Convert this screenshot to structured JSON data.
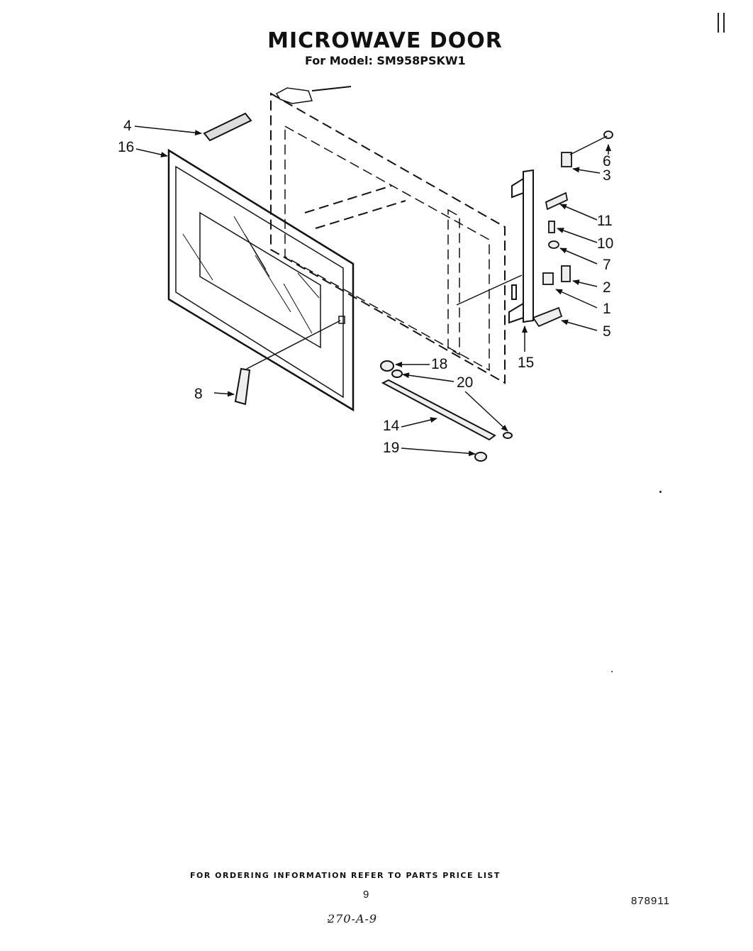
{
  "header": {
    "title": "MICROWAVE DOOR",
    "subtitle": "For Model: SM958PSKW1"
  },
  "callouts": {
    "c1": "1",
    "c2": "2",
    "c3": "3",
    "c4": "4",
    "c5": "5",
    "c6": "6",
    "c7": "7",
    "c8": "8",
    "c10": "10",
    "c11": "11",
    "c14": "14",
    "c15": "15",
    "c16": "16",
    "c18": "18",
    "c19": "19",
    "c20": "20"
  },
  "footer": {
    "ordering_note": "FOR ORDERING INFORMATION REFER TO PARTS PRICE LIST",
    "page_number": "9",
    "document_number": "878911",
    "handwritten_note": "270-A-9"
  }
}
